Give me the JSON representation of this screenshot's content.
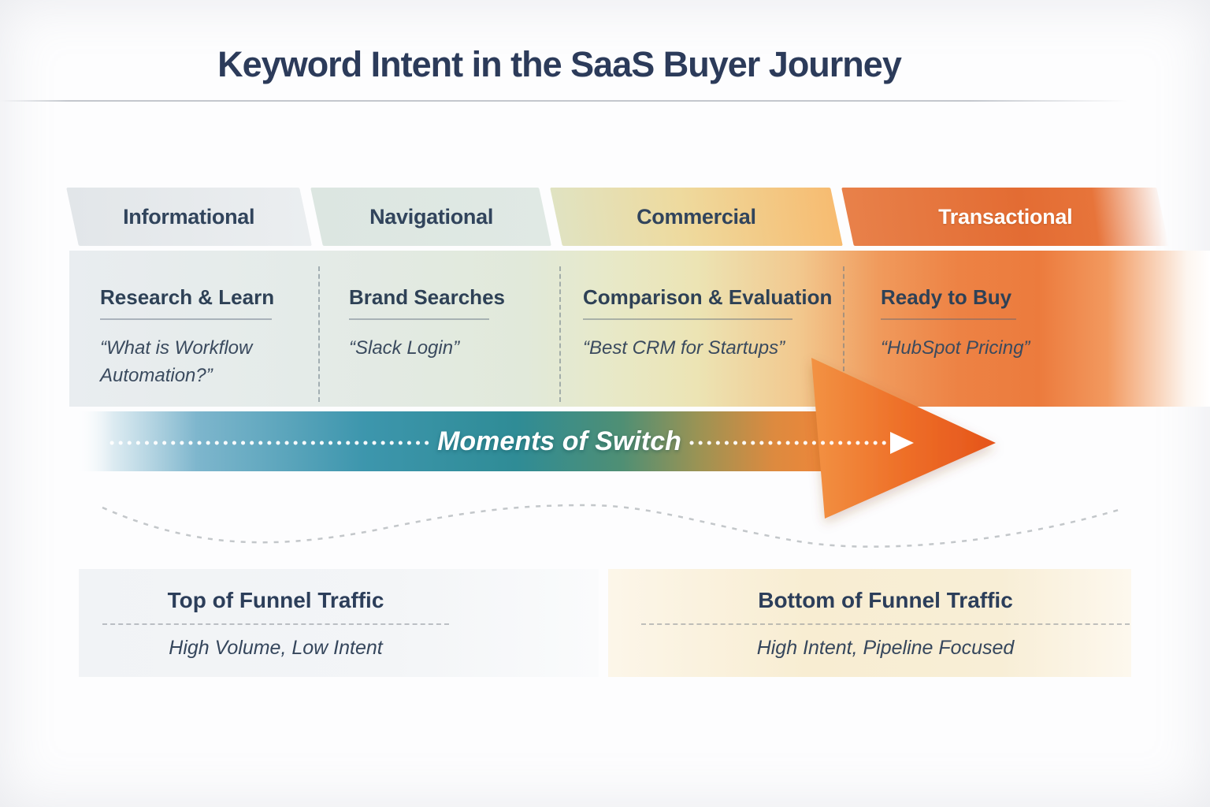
{
  "title": "Keyword Intent in the SaaS Buyer Journey",
  "stages": [
    {
      "label": "Informational",
      "heading": "Research & Learn",
      "example": "“What is Workflow Automation?”"
    },
    {
      "label": "Navigational",
      "heading": "Brand Searches",
      "example": "“Slack Login”"
    },
    {
      "label": "Commercial",
      "heading": "Comparison & Evaluation",
      "example": "“Best CRM for Startups”"
    },
    {
      "label": "Transactional",
      "heading": "Ready to Buy",
      "example": "“HubSpot Pricing”"
    }
  ],
  "arrow": {
    "label": "Moments of Switch"
  },
  "funnel_top": {
    "title": "Top of Funnel Traffic",
    "subtitle": "High Volume, Low Intent"
  },
  "funnel_bottom": {
    "title": "Bottom of Funnel Traffic",
    "subtitle": "High Intent, Pipeline Focused"
  },
  "colors": {
    "navy_text": "#2c3e5a",
    "teal_arrow": "#2f8c96",
    "orange_arrow": "#e8621f",
    "informational_bg": "#e4e8ea",
    "navigational_bg": "#dee7e2",
    "commercial_bg": "#f2c584",
    "transactional_bg": "#e5702f",
    "funnel_top_bg": "#f2f4f6",
    "funnel_bottom_bg": "#f8eed5"
  }
}
